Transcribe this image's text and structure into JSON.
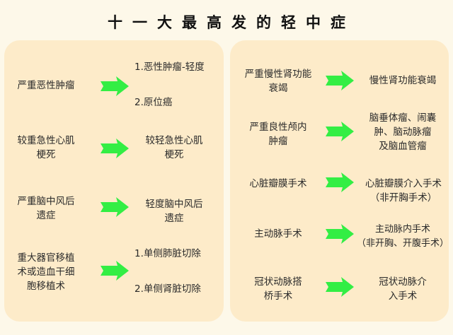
{
  "title": "十一大最高发的轻中症",
  "colors": {
    "background": "#fdf8e9",
    "panel": "#fdebc9",
    "arrow": "#33ee44",
    "text": "#2a2a2a"
  },
  "left_panel": {
    "rows": [
      {
        "from": "严重恶性肿瘤",
        "to_items": [
          "1.恶性肿瘤-轻度",
          "2.原位癌"
        ]
      },
      {
        "from": "较重急性心肌\n梗死",
        "to": "较轻急性心肌\n梗死"
      },
      {
        "from": "严重脑中风后\n遗症",
        "to": "轻度脑中风后\n遗症"
      },
      {
        "from": "重大器官移植\n术或造血干细\n胞移植术",
        "to_items": [
          "1.单侧肺脏切除",
          "2.单侧肾脏切除"
        ]
      }
    ]
  },
  "right_panel": {
    "rows": [
      {
        "from": "严重慢性肾功能\n衰竭",
        "to": "慢性肾功能衰竭"
      },
      {
        "from": "严重良性颅内\n肿瘤",
        "to": "脑垂体瘤、闹囊\n肿、脑动脉瘤\n及脑血管瘤"
      },
      {
        "from": "心脏瓣膜手术",
        "to": "心脏瓣膜介入手术\n（非开胸手术）"
      },
      {
        "from": "主动脉手术",
        "to": "主动脉内手术\n（非开胸、开腹手术）"
      },
      {
        "from": "冠状动脉搭\n桥手术",
        "to": "冠状动脉介\n入手术"
      }
    ]
  },
  "icons": {
    "arrow": "right-arrow-icon"
  }
}
